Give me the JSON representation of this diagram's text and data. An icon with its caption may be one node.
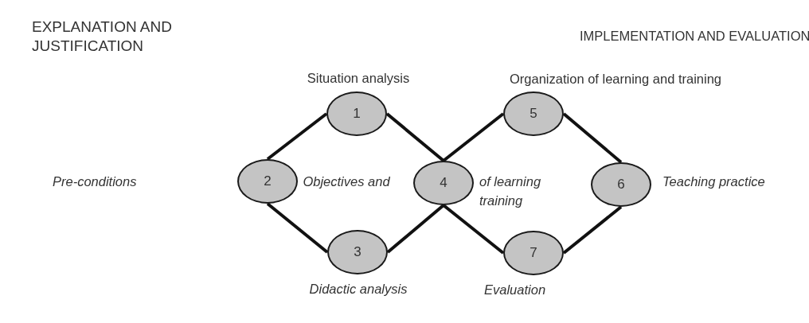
{
  "diagram": {
    "nodes": [
      {
        "text": [
          "1"
        ],
        "beside": [
          "Situation analysis"
        ]
      },
      {
        "text": [
          "2"
        ]
      },
      {
        "text": [
          "3"
        ],
        "beside": [
          "Didactic analysis"
        ]
      },
      {
        "text": [
          "4"
        ]
      },
      {
        "text": [
          "5"
        ],
        "beside": [
          "Organization of learning and training"
        ]
      },
      {
        "text": [
          "6"
        ],
        "beside": [
          "Teaching practice"
        ]
      },
      {
        "text": [
          "7"
        ],
        "beside": [
          "Evaluation"
        ]
      }
    ],
    "edges": [
      {
        "from": 1,
        "to": 0,
        "arrow": "none"
      },
      {
        "from": 0,
        "to": 3,
        "arrow": "none"
      },
      {
        "from": 1,
        "to": 2,
        "arrow": "none"
      },
      {
        "from": 2,
        "to": 3,
        "arrow": "none"
      },
      {
        "from": 3,
        "to": 4,
        "arrow": "none"
      },
      {
        "from": 4,
        "to": 5,
        "arrow": "none"
      },
      {
        "from": 3,
        "to": 6,
        "arrow": "none"
      },
      {
        "from": 6,
        "to": 5,
        "arrow": "none"
      }
    ],
    "labels": [
      "EXPLANATION AND JUSTIFICATION",
      "IMPLEMENTATION AND EVALUATION",
      "Pre-conditions",
      "Objectives and",
      "of learning training"
    ]
  }
}
